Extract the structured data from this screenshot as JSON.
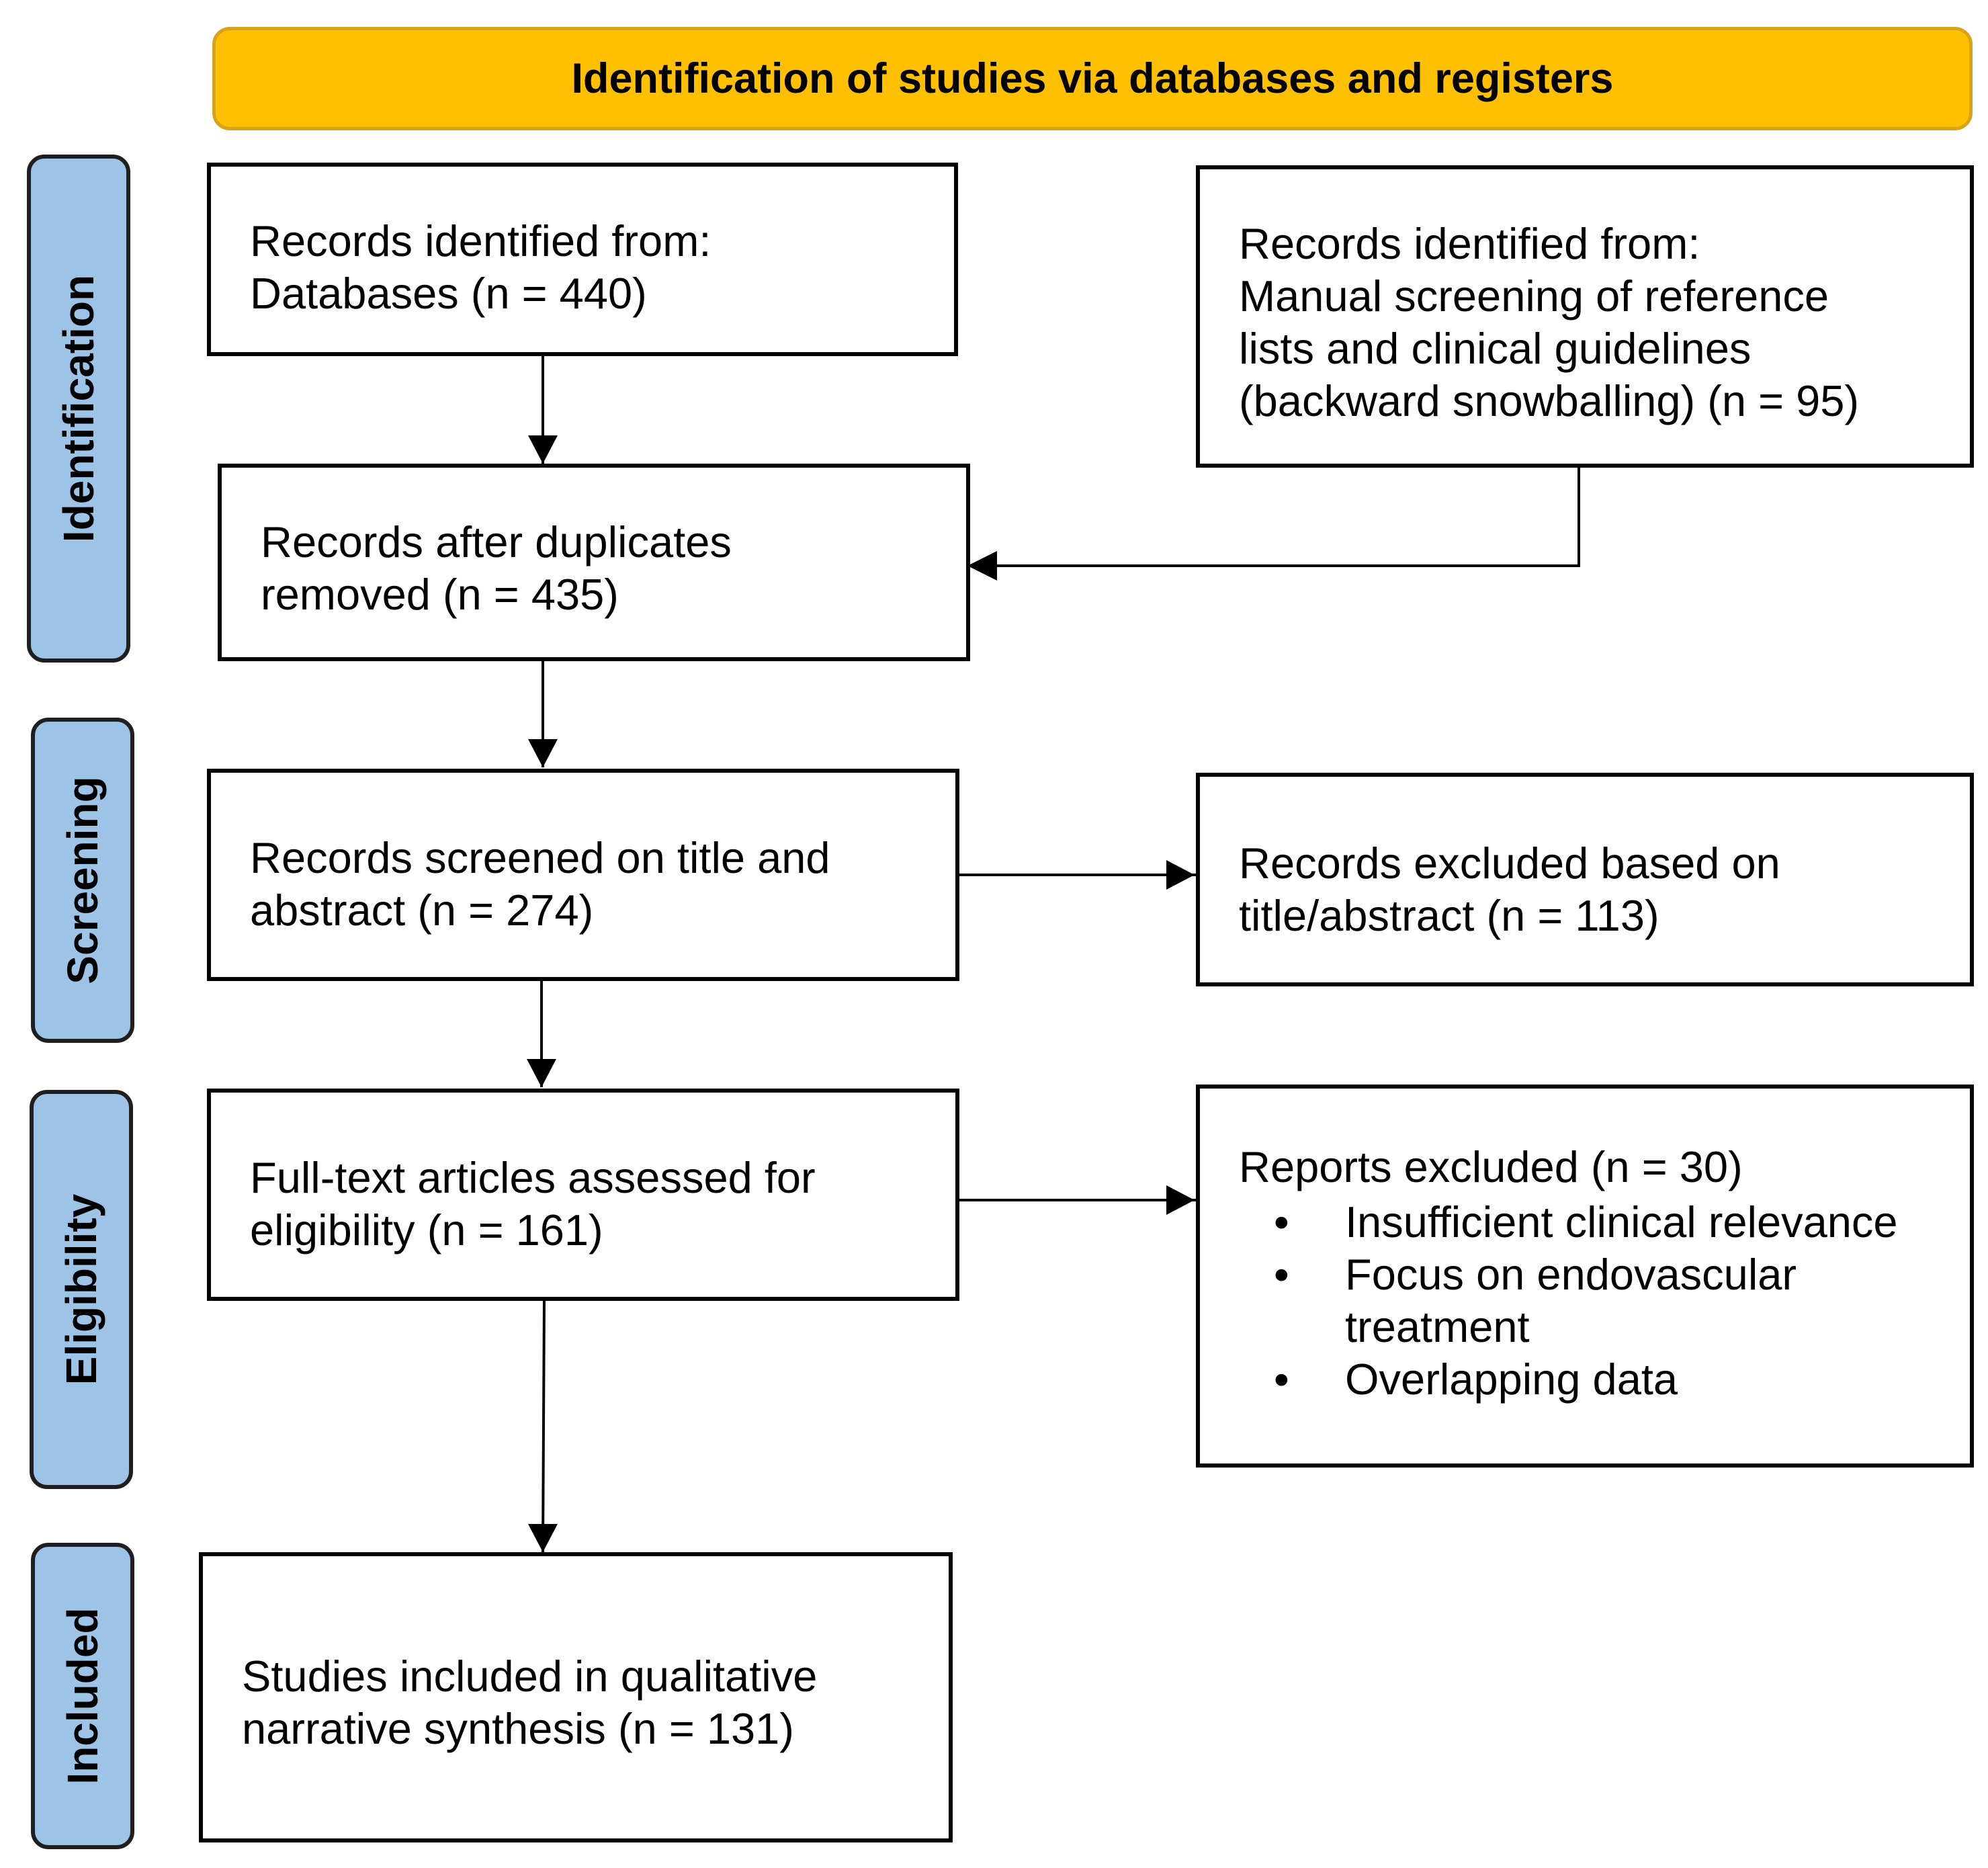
{
  "header": {
    "title": "Identification of studies via databases and registers"
  },
  "phases": {
    "identification": "Identification",
    "screening": "Screening",
    "eligibility": "Eligibility",
    "included": "Included"
  },
  "boxes": {
    "databases": {
      "lines": [
        "Records identified from:",
        "Databases (n = 440)"
      ]
    },
    "manual": {
      "lines": [
        "Records identified from:",
        "Manual screening of reference",
        "lists and clinical guidelines",
        "(backward snowballing) (n = 95)"
      ]
    },
    "deduplicated": {
      "lines": [
        "Records after duplicates",
        "removed (n = 435)"
      ]
    },
    "screened": {
      "lines": [
        "Records screened on title and",
        "abstract (n = 274)"
      ]
    },
    "excluded_title": {
      "lines": [
        "Records excluded based on",
        "title/abstract (n = 113)"
      ]
    },
    "fulltext": {
      "lines": [
        "Full-text articles assessed for",
        "eligibility (n = 161)"
      ]
    },
    "reports_excluded": {
      "heading": "Reports excluded (n = 30)",
      "reasons": [
        "Insufficient clinical relevance",
        "Focus on endovascular treatment",
        "Overlapping data"
      ]
    },
    "included": {
      "lines": [
        "Studies included in qualitative",
        "narrative synthesis (n = 131)"
      ]
    }
  },
  "colors": {
    "banner_fill": "#fec000",
    "banner_border": "#d9a21b",
    "phase_fill": "#9dc3e6",
    "phase_border": "#1f1f1f",
    "box_border": "#000000"
  }
}
